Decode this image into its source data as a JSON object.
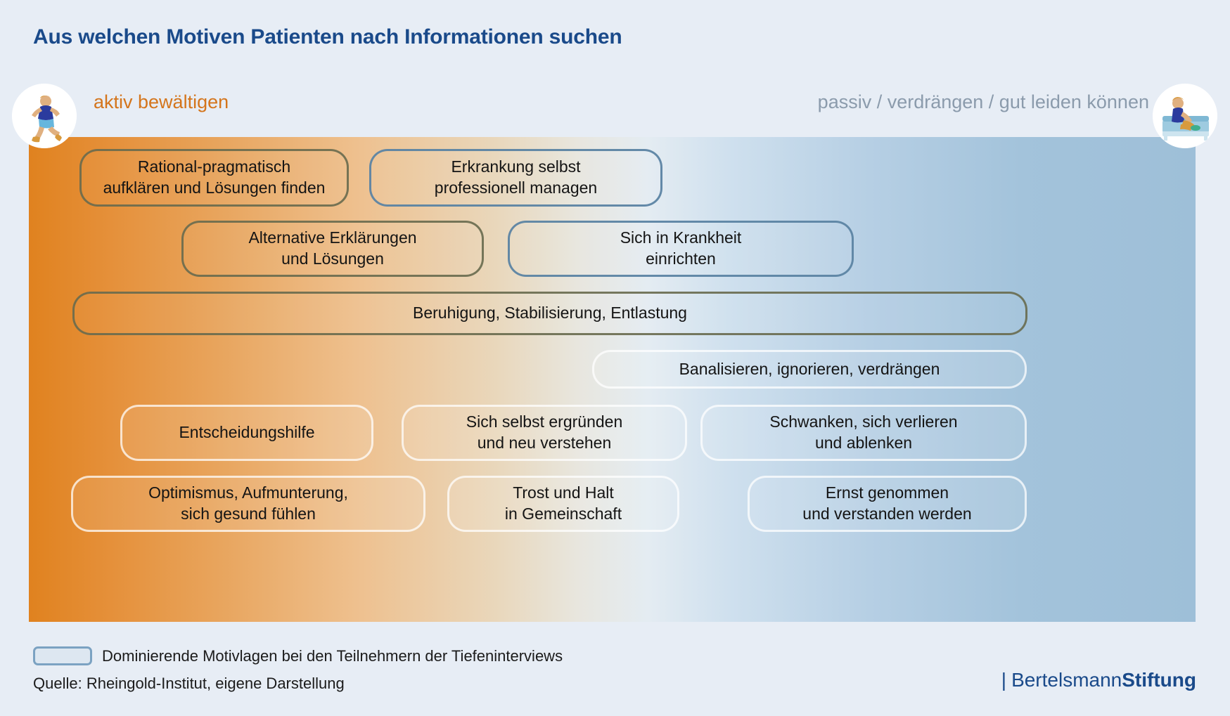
{
  "title": "Aus welchen Motiven Patienten nach Informationen suchen",
  "poles": {
    "left": "aktiv bewältigen",
    "right": "passiv / verdrängen / gut leiden können",
    "left_icon": "running-person-icon",
    "right_icon": "person-sitting-on-couch-icon"
  },
  "colors": {
    "title": "#1a4a8a",
    "left_pole": "#d4751c",
    "right_pole": "#8b9bac",
    "gradient_start": "#e0821f",
    "gradient_end": "#9ebfd8",
    "dominant_border": "#5c84a3",
    "brand": "#1a4a8a",
    "background": "#e7edf5"
  },
  "boxes": [
    {
      "id": "rational-pragmatisch",
      "lines": [
        "Rational-pragmatisch",
        "aufklären und Lösungen finden"
      ],
      "dominant": true,
      "tone": "warm"
    },
    {
      "id": "erkrankung-managen",
      "lines": [
        "Erkrankung selbst",
        "professionell managen"
      ],
      "dominant": true,
      "tone": "cool"
    },
    {
      "id": "alternative-erklarungen",
      "lines": [
        "Alternative Erklärungen",
        "und Lösungen"
      ],
      "dominant": true,
      "tone": "warm"
    },
    {
      "id": "sich-in-krankheit",
      "lines": [
        "Sich in Krankheit",
        "einrichten"
      ],
      "dominant": true,
      "tone": "cool"
    },
    {
      "id": "beruhigung",
      "lines": [
        "Beruhigung, Stabilisierung, Entlastung"
      ],
      "dominant": true,
      "tone": "warm"
    },
    {
      "id": "banalisieren",
      "lines": [
        "Banalisieren, ignorieren, verdrängen"
      ],
      "dominant": false,
      "tone": "cool"
    },
    {
      "id": "entscheidungshilfe",
      "lines": [
        "Entscheidungshilfe"
      ],
      "dominant": false,
      "tone": "warm"
    },
    {
      "id": "sich-selbst-ergrunden",
      "lines": [
        "Sich selbst ergründen",
        "und neu verstehen"
      ],
      "dominant": false,
      "tone": "warm"
    },
    {
      "id": "schwanken",
      "lines": [
        "Schwanken, sich verlieren",
        "und ablenken"
      ],
      "dominant": false,
      "tone": "cool"
    },
    {
      "id": "optimismus",
      "lines": [
        "Optimismus, Aufmunterung,",
        "sich gesund fühlen"
      ],
      "dominant": false,
      "tone": "warm"
    },
    {
      "id": "trost-und-halt",
      "lines": [
        "Trost und Halt",
        "in Gemeinschaft"
      ],
      "dominant": false,
      "tone": "warm"
    },
    {
      "id": "ernst-genommen",
      "lines": [
        "Ernst genommen",
        "und verstanden werden"
      ],
      "dominant": false,
      "tone": "cool"
    }
  ],
  "legend": {
    "swatch_label": "dominant-motive-swatch",
    "text": "Dominierende Motivlagen bei den Teilnehmern der Tiefeninterviews"
  },
  "source": "Quelle: Rheingold-Institut, eigene Darstellung",
  "brand": {
    "bar": "|",
    "part1": "Bertelsmann",
    "part2": "Stiftung"
  }
}
